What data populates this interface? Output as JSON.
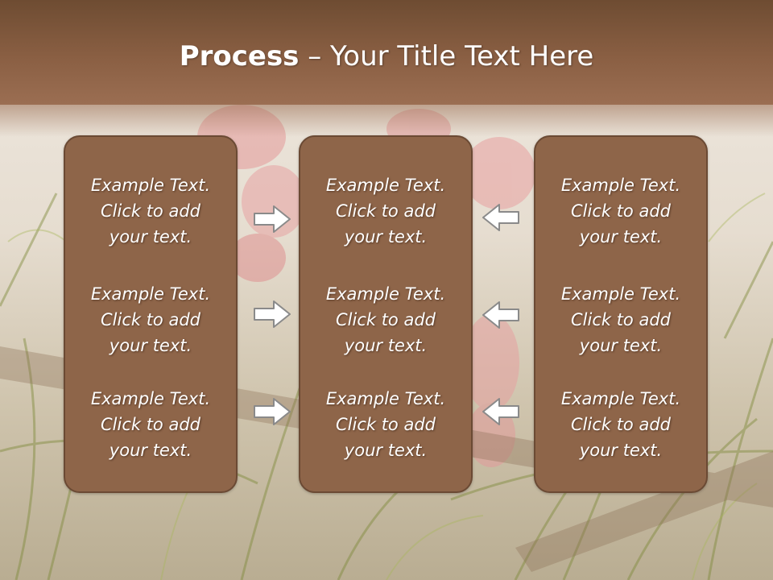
{
  "slide": {
    "title_bold": "Process",
    "title_rest": " – Your Title Text Here"
  },
  "columns": [
    {
      "items": [
        {
          "line1": "Example Text.",
          "line2": "Click  to add",
          "line3": "your text."
        },
        {
          "line1": "Example Text.",
          "line2": "Click  to add",
          "line3": "your text."
        },
        {
          "line1": "Example Text.",
          "line2": "Click  to add",
          "line3": "your text."
        }
      ]
    },
    {
      "items": [
        {
          "line1": "Example Text.",
          "line2": "Click  to add",
          "line3": "your text."
        },
        {
          "line1": "Example Text.",
          "line2": "Click  to add",
          "line3": "your text."
        },
        {
          "line1": "Example Text.",
          "line2": "Click  to add",
          "line3": "your text."
        }
      ]
    },
    {
      "items": [
        {
          "line1": "Example Text.",
          "line2": "Click  to add",
          "line3": "your text."
        },
        {
          "line1": "Example Text.",
          "line2": "Click  to add",
          "line3": "your text."
        },
        {
          "line1": "Example Text.",
          "line2": "Click  to add",
          "line3": "your text."
        }
      ]
    }
  ],
  "icons": {
    "left_arrows": "right-arrow-icon",
    "right_arrows": "left-arrow-icon"
  },
  "colors": {
    "title_band": "#8a5f43",
    "panel_fill": "#8e6549",
    "panel_border": "#6b4a34",
    "arrow_fill": "#ffffff",
    "arrow_stroke": "#8a8a8a"
  }
}
